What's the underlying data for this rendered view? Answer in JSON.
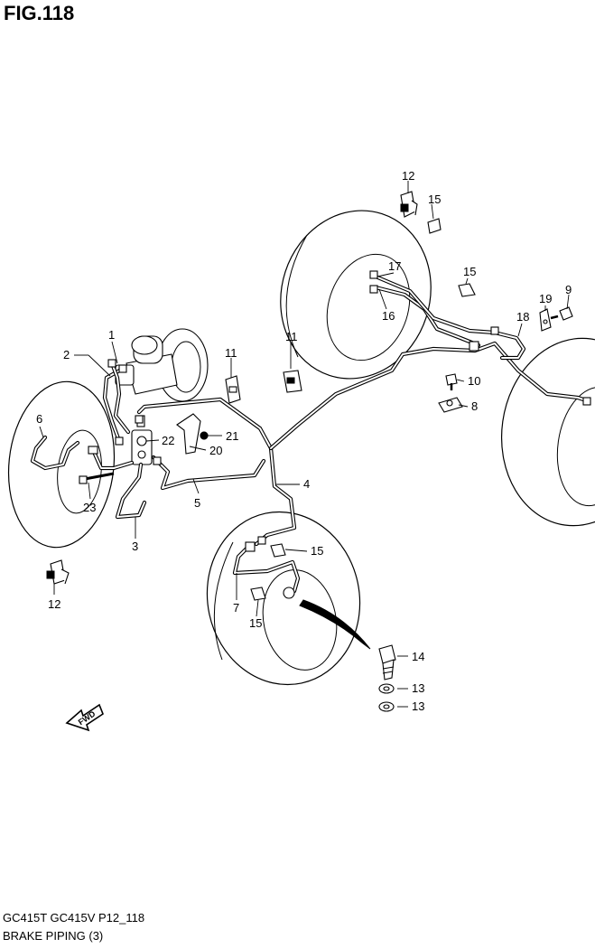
{
  "figure": {
    "title": "FIG.118",
    "model_line": "GC415T GC415V P12_118",
    "section_title": "BRAKE PIPING (3)"
  },
  "direction_marker": {
    "label": "FWD"
  },
  "callouts": {
    "p1": "1",
    "p2": "2",
    "p3": "3",
    "p4": "4",
    "p5": "5",
    "p6": "6",
    "p7": "7",
    "p8": "8",
    "p9": "9",
    "p10": "10",
    "p11a": "11",
    "p11b": "11",
    "p12a": "12",
    "p12b": "12",
    "p13a": "13",
    "p13b": "13",
    "p14": "14",
    "p15a": "15",
    "p15b": "15",
    "p15c": "15",
    "p15d": "15",
    "p16": "16",
    "p17": "17",
    "p18": "18",
    "p19": "19",
    "p20": "20",
    "p21": "21",
    "p22": "22",
    "p23": "23"
  }
}
